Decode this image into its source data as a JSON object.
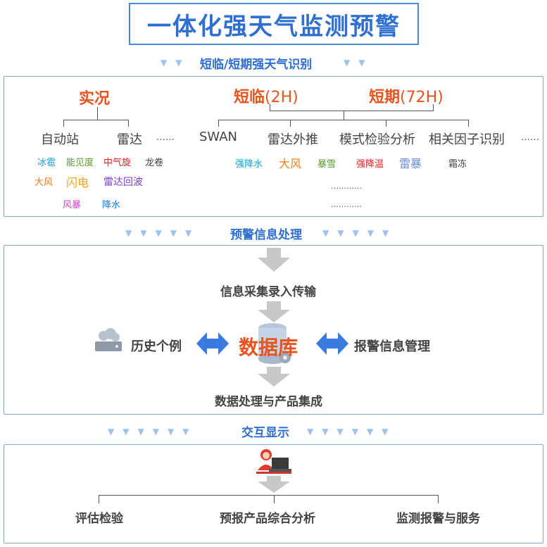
{
  "title": "一体化强天气监测预警",
  "section1_label": "短临/短期强天气识别",
  "section2_label": "预警信息处理",
  "section3_label": "交互显示",
  "arrow_glyph": "▼",
  "panel1": {
    "shikuang": "实况",
    "duanlin": "短临",
    "duanlin_paren": "(2H)",
    "duanqi": "短期",
    "duanqi_paren": "(72H)",
    "cats_left": [
      "自动站",
      "雷达"
    ],
    "cats_right": [
      "SWAN",
      "雷达外推",
      "模式检验分析",
      "相关因子识别"
    ],
    "ellipsis": "……",
    "left_items": [
      {
        "text": "冰雹",
        "color": "#1c9bd8"
      },
      {
        "text": "能见度",
        "color": "#5a9a2a"
      },
      {
        "text": "中气旋",
        "color": "#e02020"
      },
      {
        "text": "龙卷",
        "color": "#444444"
      },
      {
        "text": "大风",
        "color": "#f07c1c"
      },
      {
        "text": "闪电",
        "color": "#f2a218"
      },
      {
        "text": "雷达回波",
        "color": "#7a3fc8"
      },
      {
        "text": "风暴",
        "color": "#d23fd0"
      },
      {
        "text": "降水",
        "color": "#1c7ad8"
      }
    ],
    "right_items": [
      {
        "text": "强降水",
        "color": "#1c9bd8"
      },
      {
        "text": "大风",
        "color": "#f07c1c"
      },
      {
        "text": "暴雪",
        "color": "#5a9a2a"
      },
      {
        "text": "强降温",
        "color": "#e02020"
      },
      {
        "text": "雷暴",
        "color": "#6c8fd8"
      },
      {
        "text": "霜冻",
        "color": "#444444"
      }
    ],
    "dots_row": "…………"
  },
  "panel2": {
    "step1": "信息采集录入传输",
    "database": "数据库",
    "history": "历史个例",
    "alarm_mgmt": "报警信息管理",
    "step3": "数据处理与产品集成"
  },
  "panel3": {
    "outputs": [
      "评估检验",
      "预报产品综合分析",
      "监测报警与服务"
    ]
  },
  "colors": {
    "blue": "#2f6fd1",
    "red": "#e8531f",
    "panel_border": "#7fa7d8",
    "double_arrow": "#3a7be0"
  }
}
